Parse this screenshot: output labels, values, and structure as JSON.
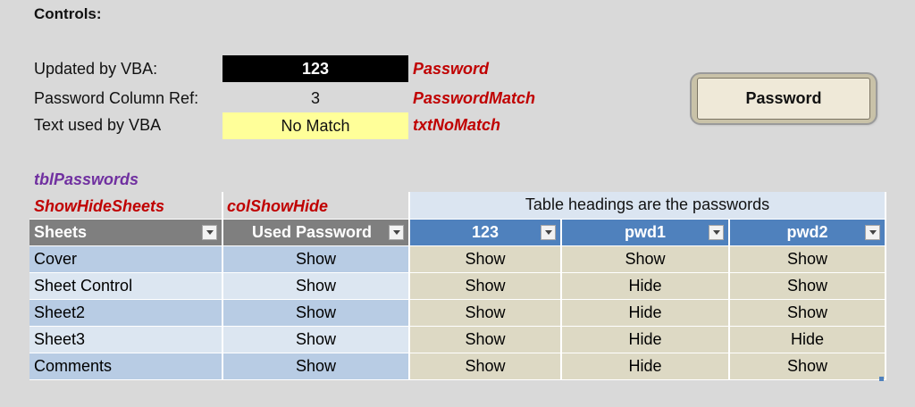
{
  "controls": {
    "title": "Controls:",
    "rows": [
      {
        "label": "Updated by VBA:",
        "value": "123",
        "name": "Password"
      },
      {
        "label": "Password Column Ref:",
        "value": "3",
        "name": "PasswordMatch"
      },
      {
        "label": "Text used by VBA",
        "value": "No Match",
        "name": "txtNoMatch"
      }
    ]
  },
  "button": {
    "label": "Password"
  },
  "names": {
    "table": "tblPasswords",
    "show_hide_sheets": "ShowHideSheets",
    "col_show_hide": "colShowHide"
  },
  "caption": "Table headings are the passwords",
  "table": {
    "headers": [
      "Sheets",
      "Used Password",
      "123",
      "pwd1",
      "pwd2"
    ],
    "rows": [
      [
        "Cover",
        "Show",
        "Show",
        "Show",
        "Show"
      ],
      [
        "Sheet Control",
        "Show",
        "Show",
        "Hide",
        "Show"
      ],
      [
        "Sheet2",
        "Show",
        "Show",
        "Hide",
        "Show"
      ],
      [
        "Sheet3",
        "Show",
        "Show",
        "Hide",
        "Hide"
      ],
      [
        "Comments",
        "Show",
        "Show",
        "Hide",
        "Show"
      ]
    ]
  },
  "colors": {
    "background": "#d9d9d9",
    "name_red": "#c00000",
    "name_purple": "#7030a0",
    "header_gray": "#7f7f7f",
    "header_blue": "#4f81bd",
    "password_cells": "#ddd9c4",
    "highlight_yellow": "#ffff99"
  }
}
